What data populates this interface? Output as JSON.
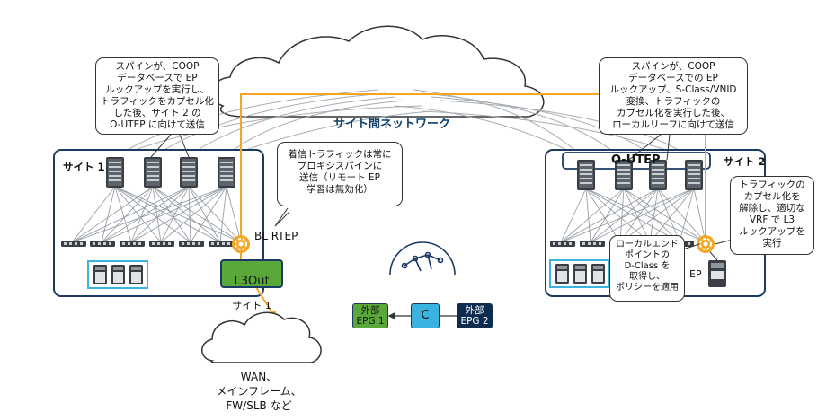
{
  "cloud": {
    "label": "サイト間ネットワーク"
  },
  "site1": {
    "title": "サイト 1",
    "bl_rtep": "BL RTEP"
  },
  "site2": {
    "title": "サイト 2",
    "outep": "O-UTEP",
    "ep": "EP"
  },
  "l3out": {
    "line1": "L3Out",
    "line2": "サイト 1"
  },
  "callouts": {
    "spine_left": "スパインが、COOP\nデータベースで EP\nルックアップを実行し、\nトラフィックをカプセル化\nした後、サイト 2 の\nO-UTEP に向けて送信",
    "incoming": "着信トラフィックは常に\nプロキシスパインに\n送信（リモート EP\n学習は無効化）",
    "spine_right": "スパインが、COOP\nデータベースでの EP\nルックアップ、S-Class/VNID\n変換、トラフィックの\nカプセル化を実行した後、\nローカルリーフに向けて送信",
    "decap": "トラフィックの\nカプセル化を\n解除し、適切な\nVRF で L3\nルックアップを\n実行",
    "local_ep": "ローカルエンド\nポイントの\nD-Class を\n取得し、\nポリシーを適用"
  },
  "contract": {
    "epg1": "外部\nEPG 1",
    "c": "C",
    "epg2": "外部\nEPG 2"
  },
  "wan": {
    "label": "WAN、\nメインフレーム、\nFW/SLB など"
  },
  "colors": {
    "site_border": "#1b3a63",
    "path": "#f5a623",
    "l3out": "#5aa83a",
    "contract": "#3ab3e0",
    "epg2": "#0d2b4e"
  }
}
